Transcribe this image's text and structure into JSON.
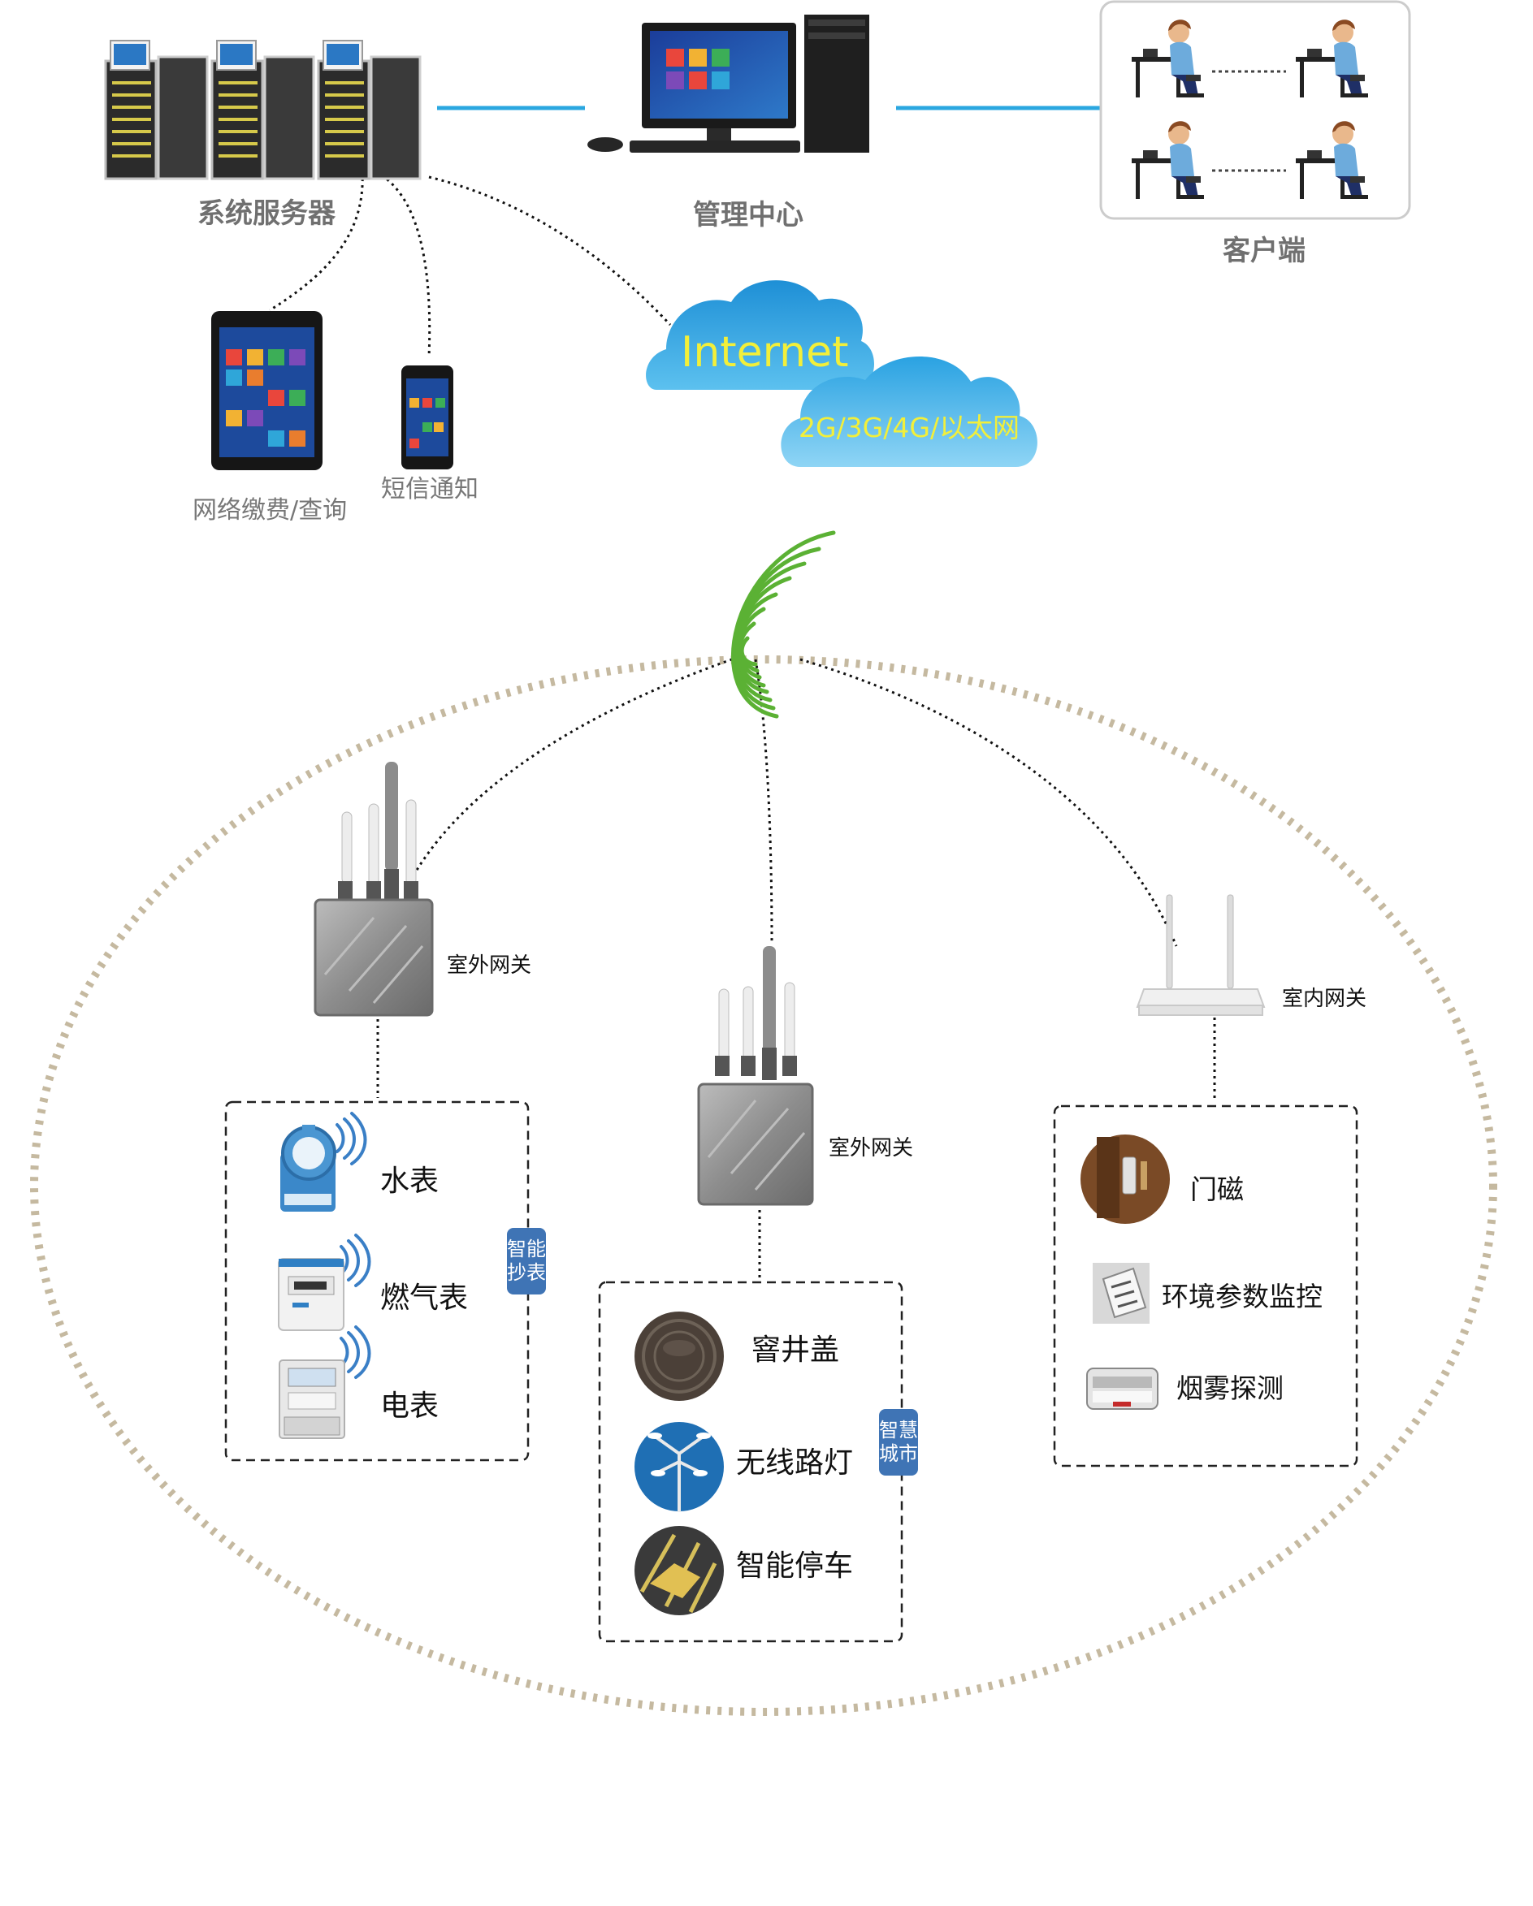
{
  "top": {
    "server_label": "系统服务器",
    "management_label": "管理中心",
    "client_label": "客户端",
    "tablet_label": "网络缴费/查询",
    "phone_label": "短信通知"
  },
  "cloud": {
    "internet": "Internet",
    "network": "2G/3G/4G/以太网"
  },
  "gateways": {
    "outdoor_left": "室外网关",
    "outdoor_center": "室外网关",
    "indoor_right": "室内网关"
  },
  "groups": {
    "meter_reading": {
      "tag": "智能抄表",
      "items": [
        "水表",
        "燃气表",
        "电表"
      ]
    },
    "smart_city": {
      "tag": "智慧城市",
      "items": [
        "窨井盖",
        "无线路灯",
        "智能停车"
      ]
    },
    "indoor": {
      "items": [
        "门磁",
        "环境参数监控",
        "烟雾探测"
      ]
    }
  },
  "colors": {
    "link_line": "#2ba7e0",
    "ellipse": "#c5b9a0",
    "signal": "#5bb134",
    "tag_bg": "#3f74b5",
    "cloud_text": "#f2ef3a"
  }
}
